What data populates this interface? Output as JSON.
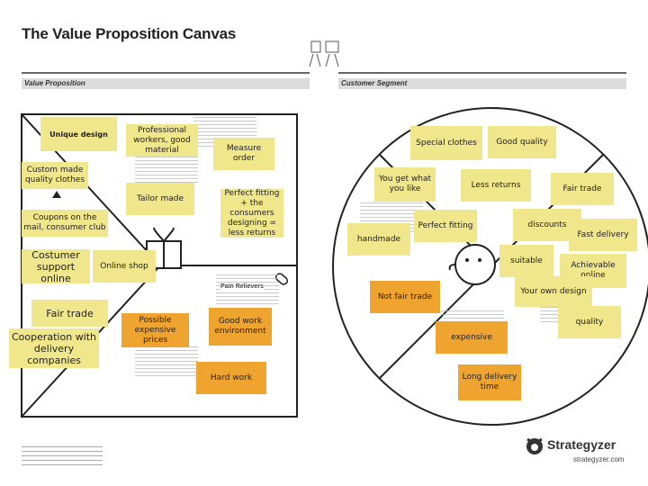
{
  "canvas": {
    "title": "The Value Proposition Canvas",
    "value_proposition_label": "Value Proposition",
    "customer_segment_label": "Customer Segment",
    "pain_relievers_label": "Pain Relievers",
    "brand_name": "Strategyzer",
    "brand_url": "strategyzer.com"
  },
  "notes": {
    "unique_design": "Unique design",
    "professional_workers": "Professional workers, good material",
    "measure_order": "Measure order",
    "custom_made": "Custom made quality clothes",
    "tailor_made": "Tailor made",
    "perfect_fitting_plus": "Perfect fitting + the consumers designing = less returns",
    "coupons": "Coupons on the mail, consumer club",
    "costumer_support": "Costumer support online",
    "online_shop": "Online shop",
    "fair_trade_left": "Fair trade",
    "cooperation": "Cooperation with delivery companies",
    "possible_expensive": "Possible expensive prices",
    "good_work": "Good work environment",
    "hard_work": "Hard work",
    "special_clothes": "Special clothes",
    "good_quality": "Good quality",
    "you_get_what": "You get what you like",
    "less_returns": "Less returns",
    "fair_trade_right": "Fair trade",
    "discounts": "discounts",
    "perfect_fitting": "Perfect fitting",
    "handmade": "handmade",
    "fast_delivery": "Fast delivery",
    "suitable": "suitable",
    "achievable_online": "Achievable online",
    "not_fair_trade": "Not fair trade",
    "your_own_design": "Your own design",
    "quality": "quality",
    "expensive": "expensive",
    "long_delivery": "Long delivery time"
  },
  "colors": {
    "yellow_note": "#f0e68c",
    "orange_note": "#f0a430",
    "line": "#222222"
  }
}
